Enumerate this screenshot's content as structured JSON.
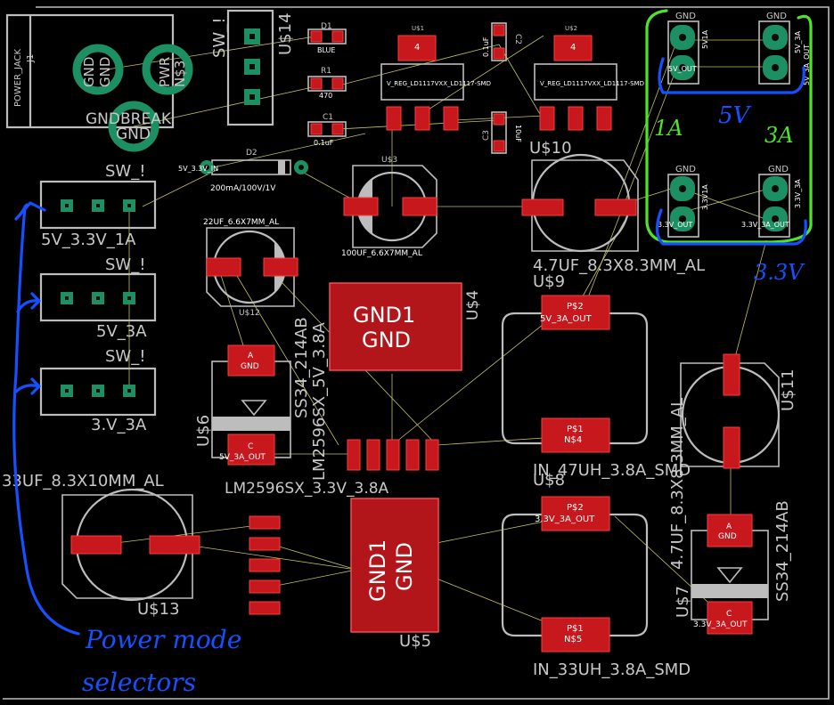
{
  "labels": {
    "power_jack": "POWER_JACK",
    "j1": "J1",
    "gnd_a": "GND",
    "gnd_b": "GND",
    "pwr": "PWR",
    "n_s3": "N$3",
    "gndbreak": "GNDBREAK",
    "gnd_c": "GND",
    "sw_top": "SW_!",
    "us14": "U$14",
    "d1": "D1",
    "blue": "BLUE",
    "r1": "R1",
    "r470": "470",
    "c1": "C1",
    "c1v": "0.1uF",
    "d2": "D2",
    "d2net": "5V_3.3V_IN",
    "d2val": "200mA/100V/1V",
    "us1": "U$1",
    "us2": "U$2",
    "reg1": "V_REG_LD1117VXX_LD1117-SMD",
    "reg2": "V_REG_LD1117VXX_LD1117-SMD",
    "tab4a": "4",
    "tab4b": "4",
    "c2": "C2",
    "c2v": "0.1uF",
    "c3": "C3",
    "c3v": "10uF",
    "us3": "U$3",
    "cap100": "100UF_6.6X7MM_AL",
    "cap22": "22UF_6.6X7MM_AL",
    "us12": "U$12",
    "us10": "U$10",
    "cap47": "4.7UF_8.3X8.3MM_AL",
    "us9": "U$9",
    "sw1": "SW_!",
    "sw1v": "5V_3.3V_1A",
    "sw2": "SW_!",
    "sw2v": "5V_3A",
    "sw3": "SW_!",
    "sw3v": "3.V_3A",
    "us4": "U$4",
    "gnd1a": "GND1",
    "gnd1b": "GND",
    "ss34a": "SS34_214AB",
    "lm5v": "LM2596SX_5V_3.8A",
    "us6": "U$6",
    "pad_a": "A",
    "pad_gnd": "GND",
    "pad_c": "C",
    "net_5v3a": "5V_3A_OUT",
    "lm33": "LM2596SX_3.3V_3.8A",
    "us5": "U$5",
    "gnd1c": "GND1",
    "gnd1d": "GND",
    "cap33": "33UF_8.3X10MM_AL",
    "us13": "U$13",
    "ps2a": "P$2",
    "ps2a_net": "5V_3A_OUT",
    "ps1a": "P$1",
    "ps1a_net": "N$4",
    "ind47": "IN_47UH_3.8A_SMD",
    "us8": "U$8",
    "ps2b": "P$2",
    "ps2b_net": "3.3V_3A_OUT",
    "ps1b": "P$1",
    "ps1b_net": "N$5",
    "ind33": "IN_33UH_3.8A_SMD",
    "cap47b": "4.7UF_8.3X8.3MM_AL",
    "us11": "U$11",
    "us7": "U$7",
    "ss34b": "SS34_214AB",
    "pad_a2": "A",
    "pad_gnd2": "GND",
    "pad_c2": "C",
    "net_33v3a": "3.3V_3A_OUT",
    "hdr_gnd1": "GND",
    "hdr_gnd2": "GND",
    "hdr_gnd3": "GND",
    "hdr_gnd4": "GND",
    "hdr_5v1a": "5V1A",
    "hdr_5v1a_out": "5V_OUT",
    "hdr_5v3a": "5V_3A",
    "hdr_5v3a_out": "5V_3A_OUT",
    "hdr_33v1a": "3.3V1A",
    "hdr_33v1a_out": "3.3V_OUT",
    "hdr_33v3a": "3.3V_3A",
    "hdr_33v3a_out": "3.3V_3A_OUT"
  },
  "annotations": {
    "amp_1a": "1A",
    "amp_3a": "3A",
    "volt_5v": "5V",
    "volt_33v": "3.3V",
    "selectors_line1": "Power mode",
    "selectors_line2": "selectors"
  },
  "colors": {
    "board": "#000000",
    "silkscreen": "#bdbdbd",
    "copper": "#c7181d",
    "through_hole": "#1c8f63",
    "ink_blue": "#1650ff",
    "ink_green": "#4fe32a"
  }
}
